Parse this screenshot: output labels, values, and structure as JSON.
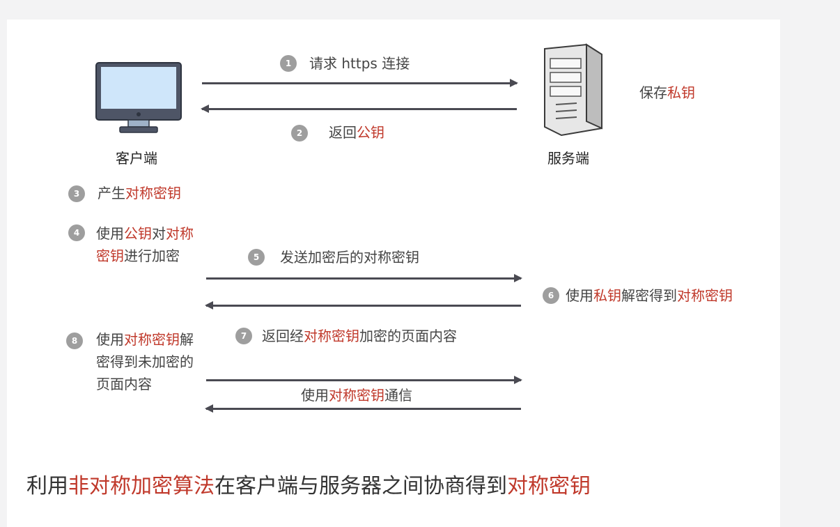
{
  "labels": {
    "client": "客户端",
    "server": "服务端"
  },
  "server_note": {
    "a": "保存",
    "b": "私钥"
  },
  "steps": {
    "s1": {
      "num": "1",
      "text": "请求 https 连接"
    },
    "s2": {
      "num": "2",
      "a": "返回",
      "b": "公钥"
    },
    "s3": {
      "num": "3",
      "a": "产生",
      "b": "对称密钥"
    },
    "s4": {
      "num": "4",
      "a": "使用",
      "b": "公钥",
      "c": "对",
      "d": "对称密钥",
      "e": "进行加密"
    },
    "s5": {
      "num": "5",
      "text": "发送加密后的对称密钥"
    },
    "s6": {
      "num": "6",
      "a": "使用",
      "b": "私钥",
      "c": "解密得到",
      "d": "对称密钥"
    },
    "s7": {
      "num": "7",
      "a": "返回经",
      "b": "对称密钥",
      "c": "加密的页面内容"
    },
    "s8": {
      "num": "8",
      "a": "使用",
      "b": "对称密钥",
      "c": "解密得到未加密的页面内容"
    }
  },
  "comm": {
    "a": "使用",
    "b": "对称密钥",
    "c": "通信"
  },
  "summary": {
    "a": "利用",
    "b": "非对称加密算法",
    "c": "在客户端与服务器之间协商得到",
    "d": "对称密钥"
  },
  "colors": {
    "accent": "#c0392b",
    "arrow": "#4a4a52",
    "badge": "#9e9e9e",
    "monitor_screen": "#cfe6fa"
  }
}
